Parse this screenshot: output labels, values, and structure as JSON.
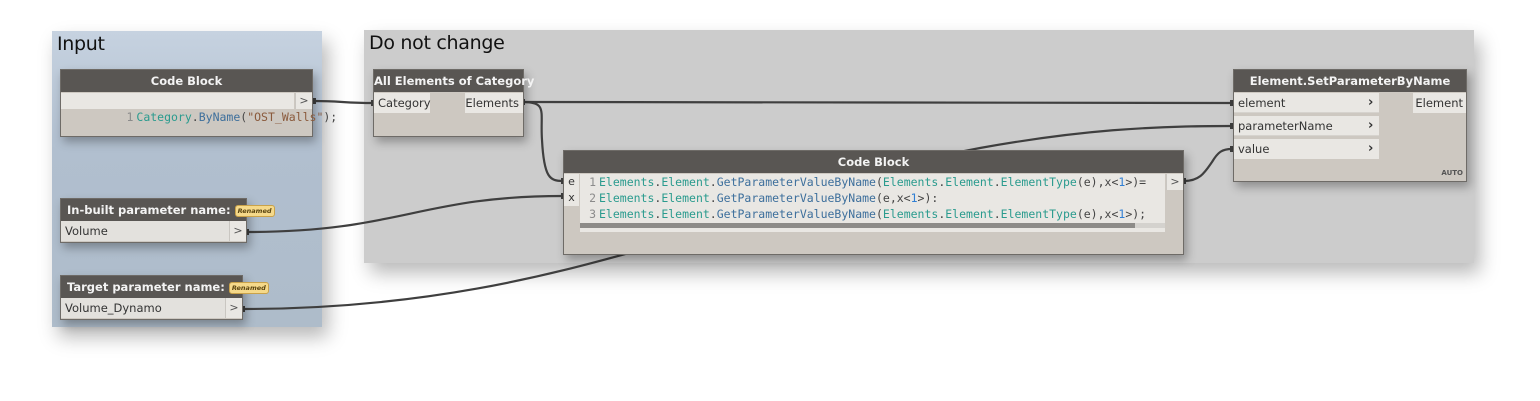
{
  "groups": {
    "input": {
      "title": "Input",
      "color": "#b1bfcf"
    },
    "do_not_change": {
      "title": "Do not change",
      "color": "#cccccc"
    }
  },
  "nodes": {
    "category_code_block": {
      "title": "Code Block",
      "lines": [
        {
          "num": "1",
          "tokens": [
            {
              "t": "Category",
              "c": "cls"
            },
            {
              "t": ".",
              "c": "op"
            },
            {
              "t": "ByName",
              "c": "fn"
            },
            {
              "t": "(",
              "c": "op"
            },
            {
              "t": "\"OST_Walls\"",
              "c": "str"
            },
            {
              "t": ");",
              "c": "op"
            }
          ]
        }
      ],
      "output_port": ">"
    },
    "inbuilt_param": {
      "title": "In-built parameter name:",
      "badge": "Renamed",
      "value": "Volume",
      "output_port": ">"
    },
    "target_param": {
      "title": "Target parameter name:",
      "badge": "Renamed",
      "value": "Volume_Dynamo",
      "output_port": ">"
    },
    "all_elements_of_category": {
      "title": "All Elements of Category",
      "input_port": "Category",
      "output_port": "Elements"
    },
    "main_code_block": {
      "title": "Code Block",
      "input_ports": [
        "e",
        "x"
      ],
      "output_port": ">",
      "lines": [
        {
          "num": "1",
          "tokens": [
            {
              "t": "Elements",
              "c": "cls"
            },
            {
              "t": ".",
              "c": "op"
            },
            {
              "t": "Element",
              "c": "cls"
            },
            {
              "t": ".",
              "c": "op"
            },
            {
              "t": "GetParameterValueByName",
              "c": "fn"
            },
            {
              "t": "(",
              "c": "op"
            },
            {
              "t": "Elements",
              "c": "cls"
            },
            {
              "t": ".",
              "c": "op"
            },
            {
              "t": "Element",
              "c": "cls"
            },
            {
              "t": ".",
              "c": "op"
            },
            {
              "t": "ElementType",
              "c": "cls"
            },
            {
              "t": "(e),x<",
              "c": "op"
            },
            {
              "t": "1",
              "c": "num"
            },
            {
              "t": ">)=",
              "c": "op"
            }
          ]
        },
        {
          "num": "2",
          "tokens": [
            {
              "t": "Elements",
              "c": "cls"
            },
            {
              "t": ".",
              "c": "op"
            },
            {
              "t": "Element",
              "c": "cls"
            },
            {
              "t": ".",
              "c": "op"
            },
            {
              "t": "GetParameterValueByName",
              "c": "fn"
            },
            {
              "t": "(e,x<",
              "c": "op"
            },
            {
              "t": "1",
              "c": "num"
            },
            {
              "t": ">):",
              "c": "op"
            }
          ]
        },
        {
          "num": "3",
          "tokens": [
            {
              "t": "Elements",
              "c": "cls"
            },
            {
              "t": ".",
              "c": "op"
            },
            {
              "t": "Element",
              "c": "cls"
            },
            {
              "t": ".",
              "c": "op"
            },
            {
              "t": "GetParameterValueByName",
              "c": "fn"
            },
            {
              "t": "(",
              "c": "op"
            },
            {
              "t": "Elements",
              "c": "cls"
            },
            {
              "t": ".",
              "c": "op"
            },
            {
              "t": "Element",
              "c": "cls"
            },
            {
              "t": ".",
              "c": "op"
            },
            {
              "t": "ElementType",
              "c": "cls"
            },
            {
              "t": "(e),x<",
              "c": "op"
            },
            {
              "t": "1",
              "c": "num"
            },
            {
              "t": ">);",
              "c": "op"
            }
          ]
        }
      ]
    },
    "set_parameter_by_name": {
      "title": "Element.SetParameterByName",
      "input_ports": [
        "element",
        "parameterName",
        "value"
      ],
      "output_port": "Element",
      "lacing": "AUTO"
    }
  },
  "colors": {
    "node_header": "#595653",
    "node_body": "#cdc8c1",
    "port_bg": "#e9e7e3",
    "wire": "#3f3f3f",
    "badge": "#f5d98a",
    "code_class": "#2a9b8e",
    "code_function": "#3d6f9c",
    "code_string": "#8a5a3c",
    "code_number": "#2f7fd4"
  }
}
